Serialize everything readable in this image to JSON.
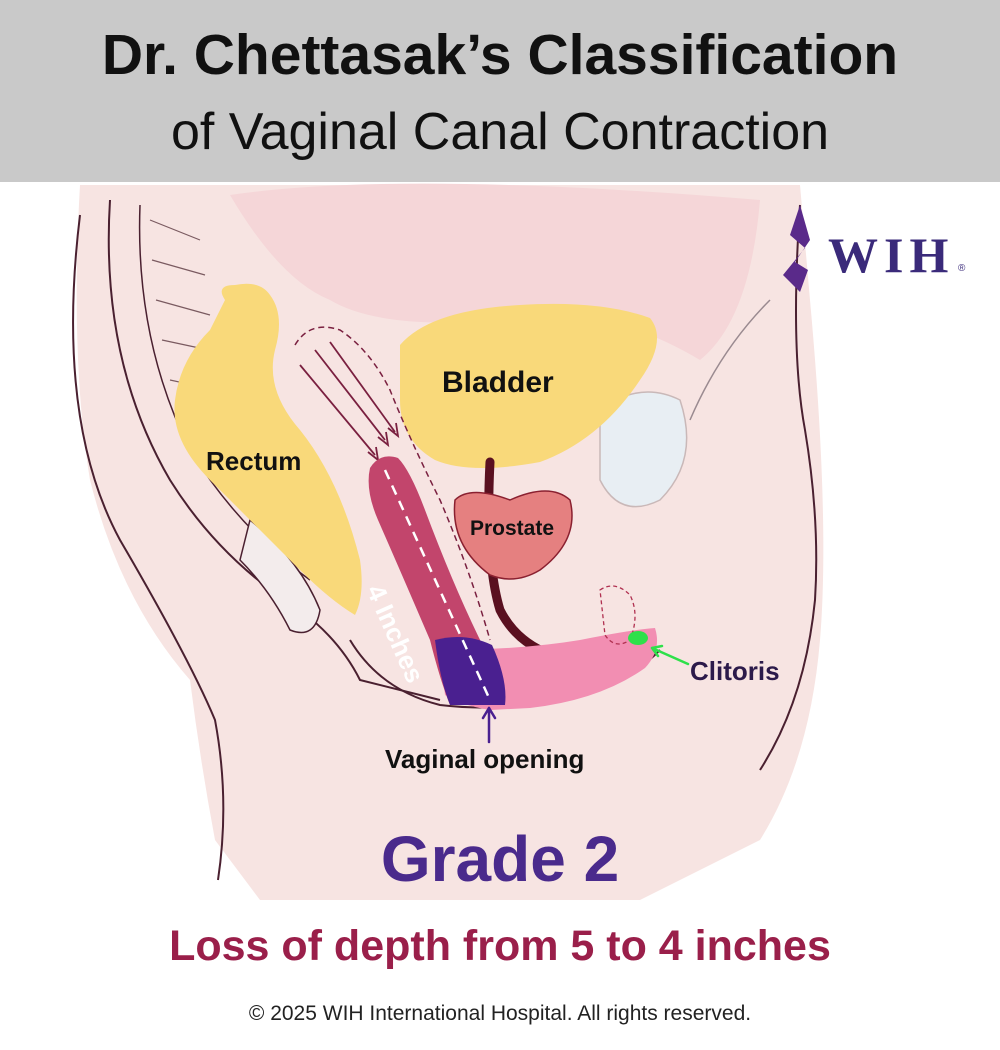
{
  "header": {
    "title": "Dr. Chettasak’s Classification",
    "subtitle": "of Vaginal Canal Contraction"
  },
  "logo": {
    "text": "WIH",
    "mark": "®"
  },
  "labels": {
    "bladder": "Bladder",
    "rectum": "Rectum",
    "prostate": "Prostate",
    "depth": "4 Inches",
    "clitoris": "Clitoris",
    "vaginal_opening": "Vaginal opening"
  },
  "grade": "Grade 2",
  "description": "Loss of depth from 5 to 4 inches",
  "copyright": "© 2025 WIH International Hospital. All rights reserved.",
  "colors": {
    "header_bg": "#c9c9c9",
    "grade": "#4a2a8c",
    "description": "#9a1f4a",
    "organ_yellow": "#f9d97a",
    "canal": "#c2456c",
    "canal_dark": "#4a2090",
    "prostate": "#e58080",
    "clitoris": "#2ee04a"
  }
}
